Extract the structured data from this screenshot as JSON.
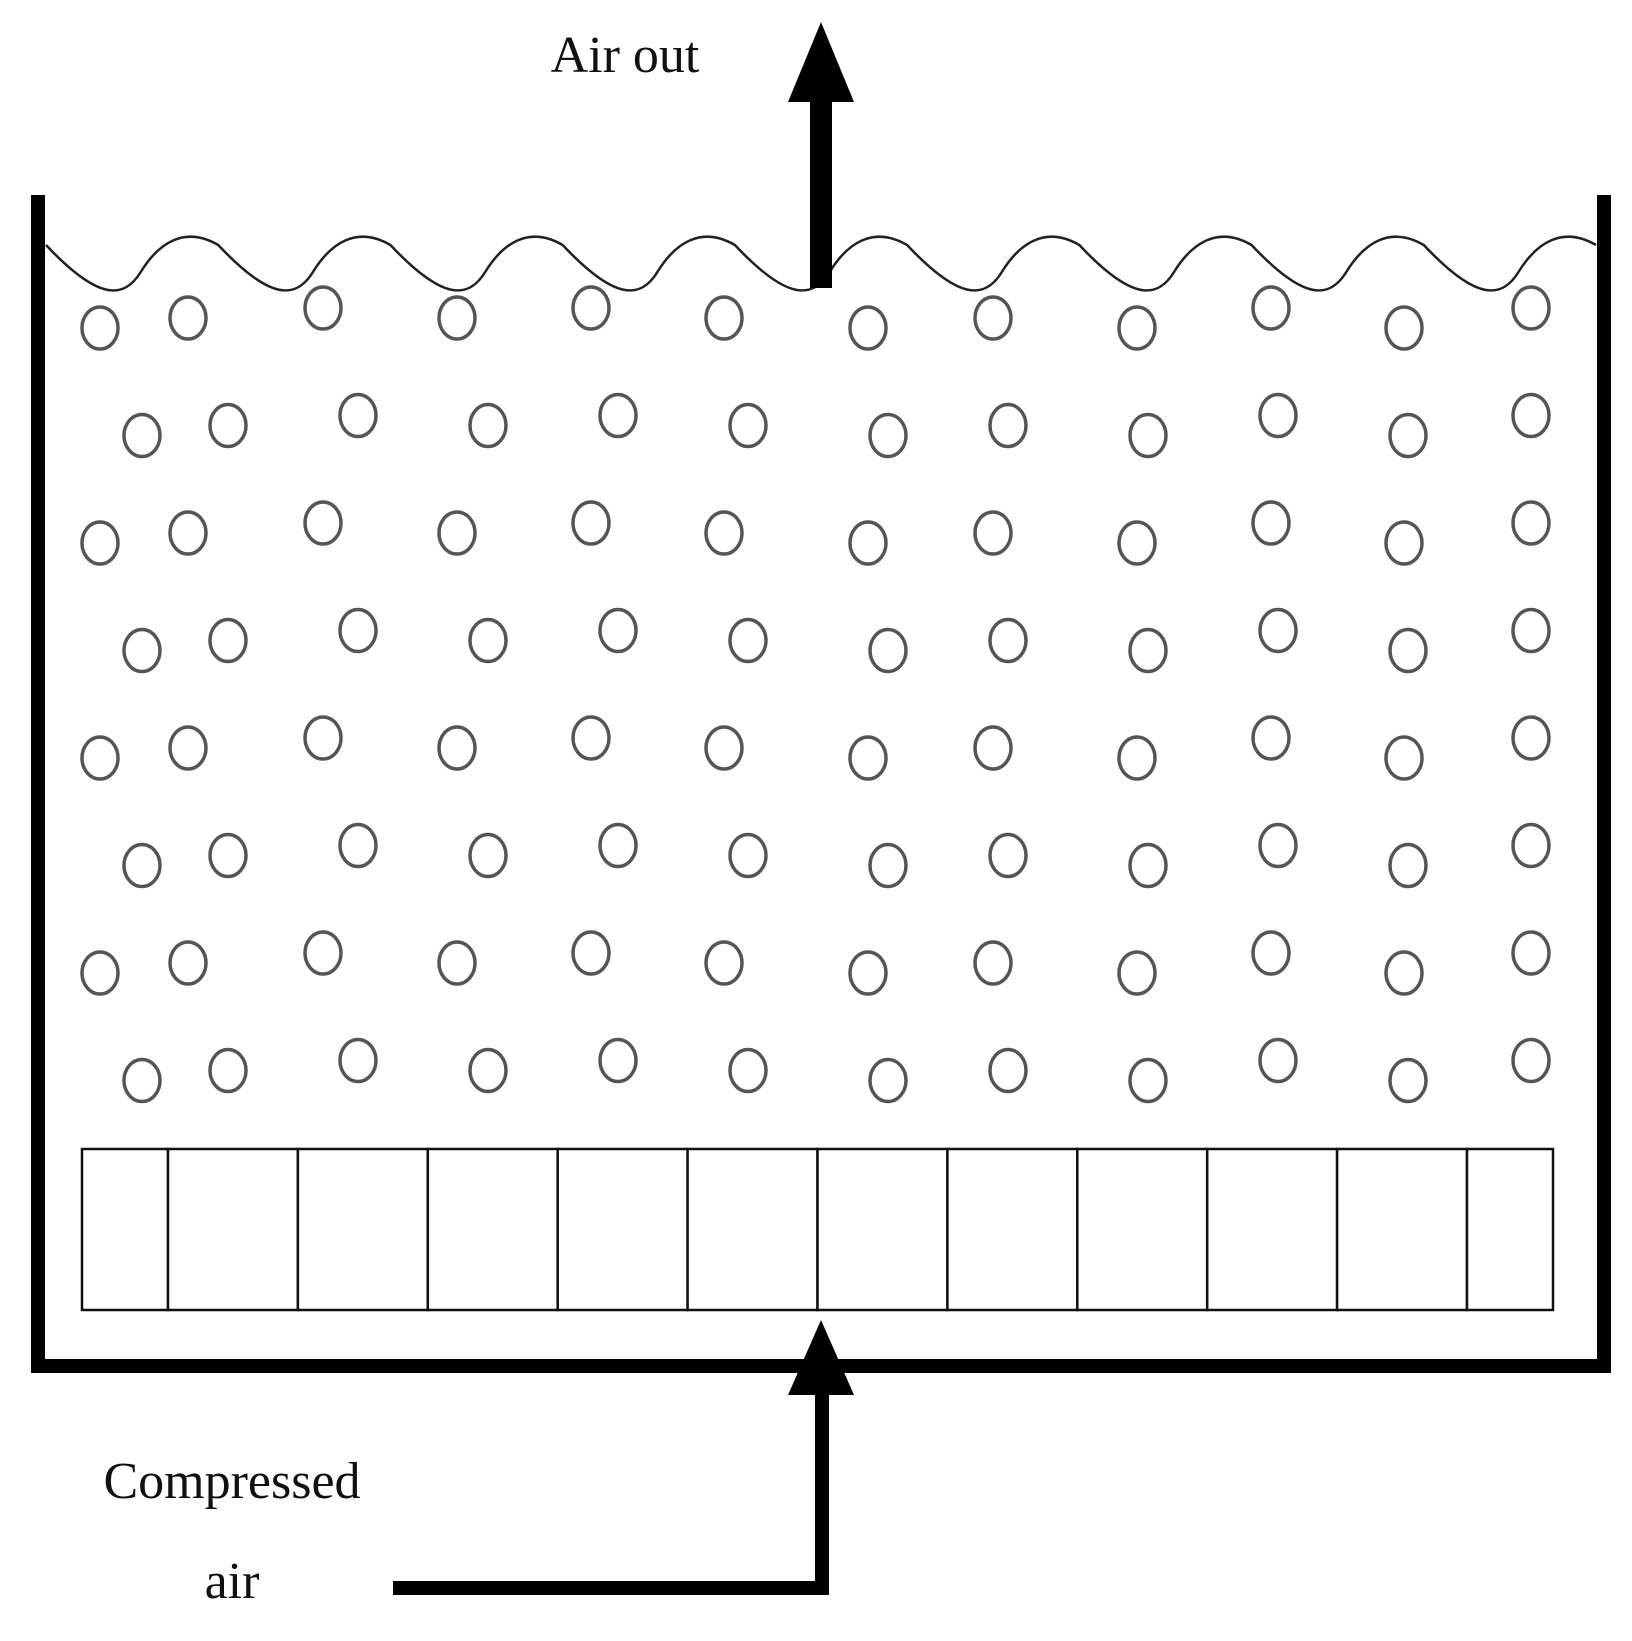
{
  "labels": {
    "air_out": "Air out",
    "compressed_line1": "Compressed",
    "compressed_line2": "air"
  },
  "diffuser": {
    "cell_count": 12
  },
  "bubbles": {
    "rows": 8,
    "per_row": 12
  }
}
